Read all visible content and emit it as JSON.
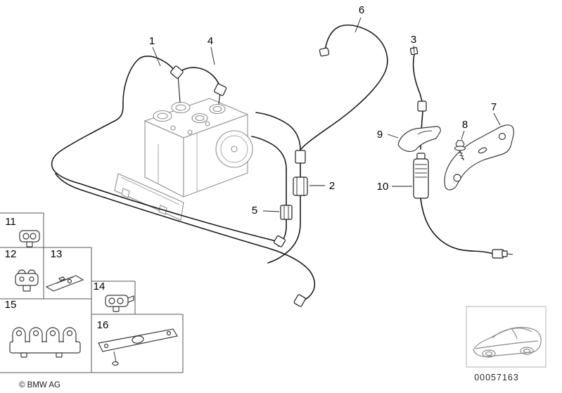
{
  "footer": {
    "copyright": "© BMW AG",
    "document_number": "00057163"
  },
  "callouts": [
    {
      "label": "1"
    },
    {
      "label": "2"
    },
    {
      "label": "3"
    },
    {
      "label": "4"
    },
    {
      "label": "5"
    },
    {
      "label": "6"
    },
    {
      "label": "7"
    },
    {
      "label": "8"
    },
    {
      "label": "9"
    },
    {
      "label": "10"
    },
    {
      "label": "11"
    },
    {
      "label": "12"
    },
    {
      "label": "13"
    },
    {
      "label": "14"
    },
    {
      "label": "15"
    },
    {
      "label": "16"
    }
  ]
}
